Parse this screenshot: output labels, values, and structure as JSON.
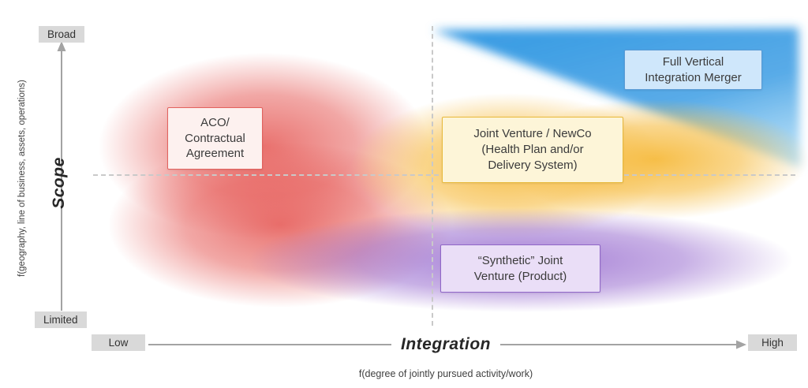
{
  "diagram": {
    "y_axis": {
      "title": "Scope",
      "subtitle": "f(geography, line of business, assets, operations)",
      "max_label": "Broad",
      "min_label": "Limited"
    },
    "x_axis": {
      "title": "Integration",
      "subtitle": "f(degree of jointly pursued activity/work)",
      "min_label": "Low",
      "max_label": "High"
    },
    "regions": [
      {
        "id": "aco",
        "label": "ACO/\nContractual\nAgreement",
        "quadrant": "low-integration / mid-scope"
      },
      {
        "id": "joint-venture-newco",
        "label": "Joint Venture / NewCo\n(Health Plan and/or\nDelivery System)",
        "quadrant": "high-integration / mid-scope"
      },
      {
        "id": "full-vertical-integration-merger",
        "label": "Full Vertical\nIntegration Merger",
        "quadrant": "high-integration / broad-scope"
      },
      {
        "id": "synthetic-joint-venture",
        "label": "“Synthetic” Joint\nVenture (Product)",
        "quadrant": "mid-integration / limited-scope"
      }
    ]
  },
  "colors": {
    "aco-border": "#e3625e",
    "aco-fill": "#fdf1ef",
    "jv-border": "#e8b93a",
    "jv-fill": "#fdf5d8",
    "merger-border": "#5b9bd5",
    "merger-fill": "#cfe7fb",
    "synthetic-border": "#9066c8",
    "synthetic-fill": "#eadef7",
    "blob-red": "#e4504c",
    "blob-yellow": "#f6bb3f",
    "blob-blue": "#2e96e2",
    "blob-purple": "#9a6fd0",
    "axis-gray": "#a3a3a3",
    "dash-gray": "#c9c9c9",
    "badge-gray": "#d9d9d9"
  }
}
